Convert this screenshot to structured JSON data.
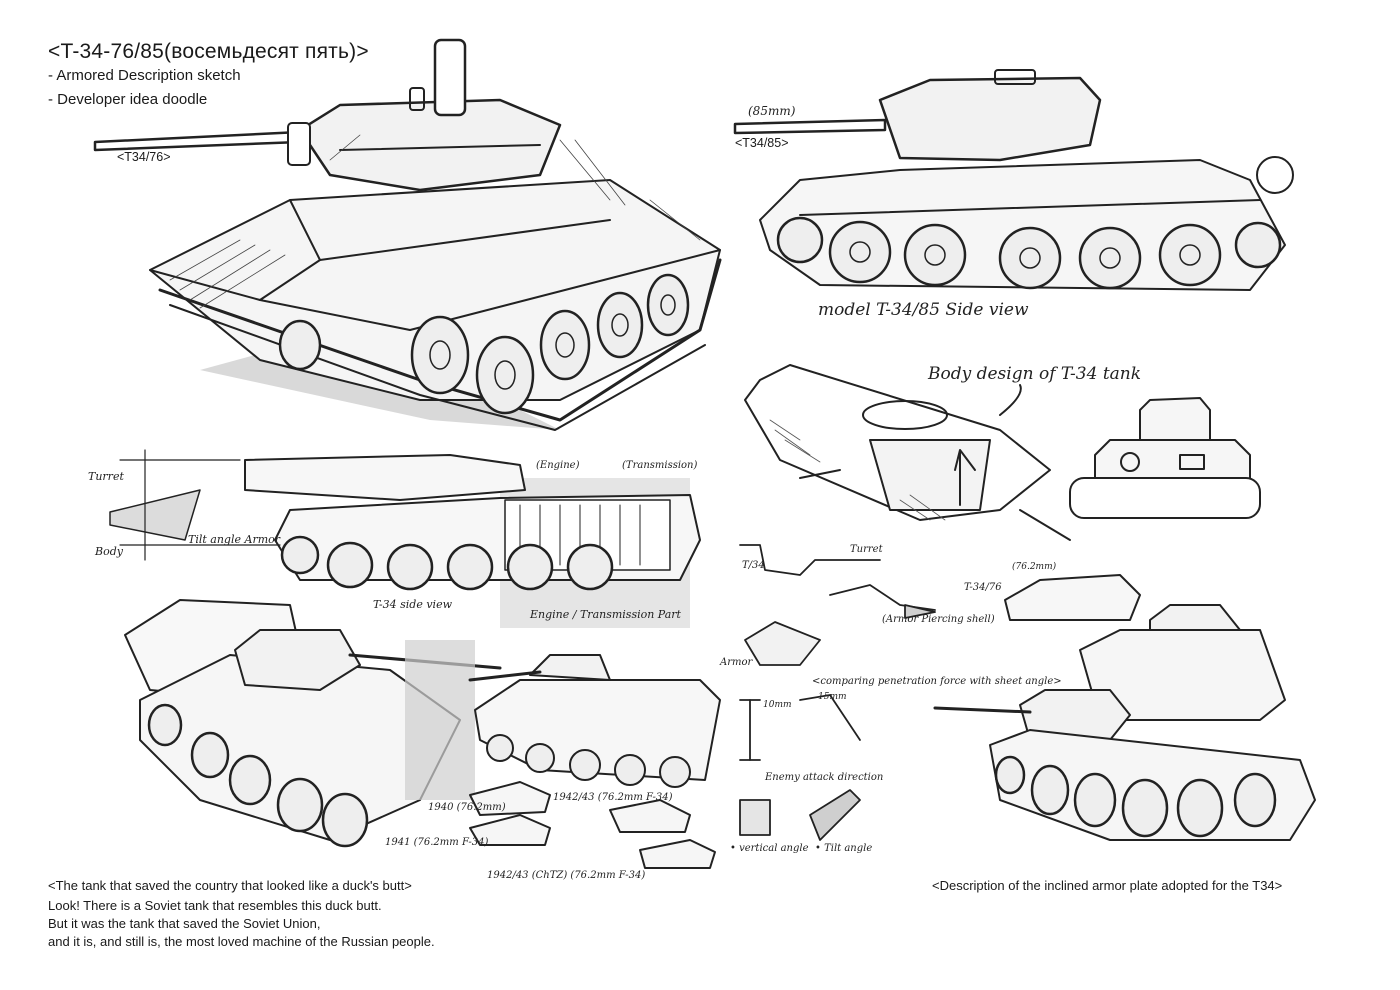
{
  "title": "<T-34-76/85(восемьдесят пять)>",
  "subtitles": [
    "- Armored Description sketch",
    "- Developer idea doodle"
  ],
  "labels": {
    "t34_76": "<T34/76>",
    "t34_85": "<T34/85>",
    "caliber_85": "(85mm)",
    "side_view_85": "model T-34/85  Side view",
    "body_design": "Body design of T-34 tank",
    "turret": "Turret",
    "body": "Body",
    "tilt_angle_armor": "Tilt angle Armor",
    "engine_top": "(Engine)",
    "transmission_top": "(Transmission)",
    "t34_side_view": "T-34 side view",
    "engine_transmission_part": "Engine / Transmission Part",
    "turret_small": "Turret",
    "t34_small": "T/34",
    "armor_piercing_shell": "(Armor Piercing shell)",
    "armor": "Armor",
    "comparing_force": "<comparing penetration force with sheet angle>",
    "enemy_attack_direction": "Enemy attack direction",
    "vertical_angle": "• vertical angle",
    "tilt_angle": "• Tilt angle",
    "t34_76_small": "T-34/76",
    "year_1940": "1940 (76.2mm)",
    "year_1941": "1941 (76.2mm F-34)",
    "year_1942": "1942/43 (76.2mm F-34)",
    "year_1942b": "1942/43 (ChTZ) (76.2mm F-34)",
    "mm10": "10mm",
    "mm15": "15mm",
    "caliber_76_small": "(76.2mm)"
  },
  "captions": {
    "left": "<The tank that saved the country that looked like a duck's butt>",
    "right": "<Description of the inclined armor plate adopted for the T34>"
  },
  "body_text": [
    "Look! There is a Soviet tank that resembles this duck butt.",
    "But it was the tank that saved the Soviet Union,",
    "and it is, and still is, the most loved machine of the Russian people."
  ]
}
